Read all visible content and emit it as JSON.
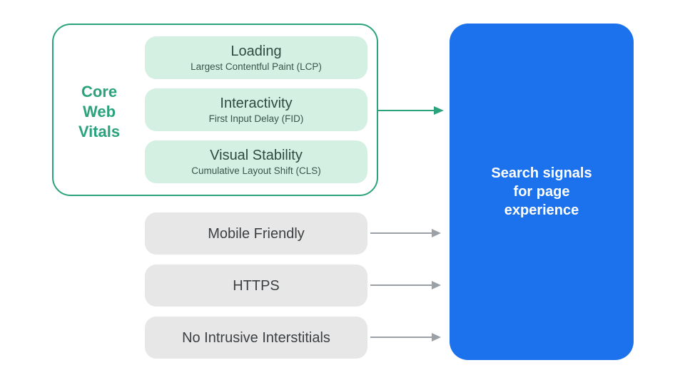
{
  "colors": {
    "green": "#2aa27b",
    "light_green": "#d4f0e2",
    "gray_pill": "#e7e7e7",
    "gray_text": "#3c4043",
    "arrow_gray": "#9aa0a6",
    "blue": "#1b72ec",
    "white": "#ffffff"
  },
  "core_web_vitals": {
    "label_lines": [
      "Core",
      "Web",
      "Vitals"
    ],
    "items": [
      {
        "title": "Loading",
        "subtitle": "Largest Contentful Paint (LCP)"
      },
      {
        "title": "Interactivity",
        "subtitle": "First Input Delay (FID)"
      },
      {
        "title": "Visual Stability",
        "subtitle": "Cumulative Layout Shift (CLS)"
      }
    ]
  },
  "other_signals": [
    {
      "label": "Mobile Friendly"
    },
    {
      "label": "HTTPS"
    },
    {
      "label": "No Intrusive Interstitials"
    }
  ],
  "result": {
    "label_lines": [
      "Search signals",
      "for page",
      "experience"
    ]
  }
}
